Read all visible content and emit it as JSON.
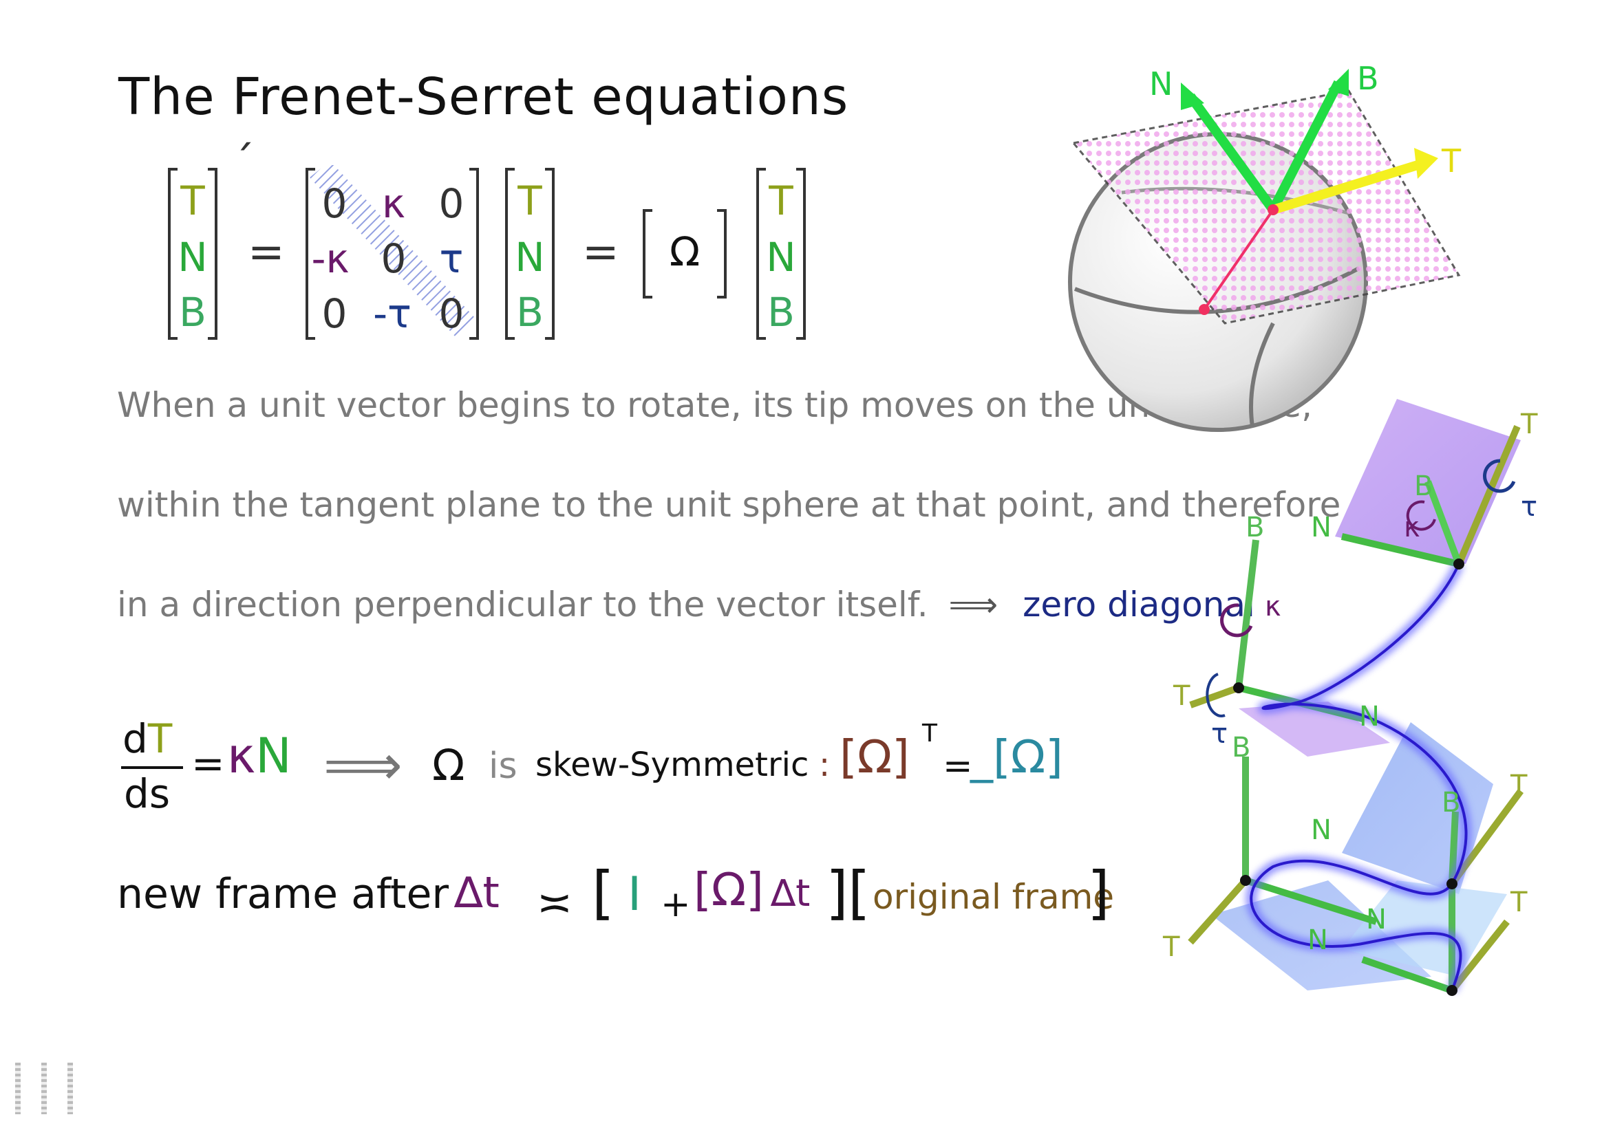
{
  "title": "The Frenet-Serret equations",
  "colors": {
    "T": "#8da01a",
    "N": "#2aa83a",
    "B": "#3aa860",
    "kappa": "#6a1a6a",
    "tau": "#1c3a8a",
    "grey_text": "#7a7a7a",
    "zero_diag": "#1c2a84",
    "omega_left": "#7a3a2a",
    "omega_right": "#2a8aa0",
    "identity": "#28a07a",
    "original_frame": "#7a5a20"
  },
  "equation": {
    "lhs_vector": [
      "T",
      "N",
      "B"
    ],
    "prime": "´",
    "equals": "=",
    "matrix": [
      [
        "0",
        "κ",
        "0"
      ],
      [
        "-κ",
        "0",
        "τ"
      ],
      [
        "0",
        "-τ",
        "0"
      ]
    ],
    "rhs_vector": [
      "T",
      "N",
      "B"
    ],
    "omega": "Ω",
    "rhs_vector2": [
      "T",
      "N",
      "B"
    ]
  },
  "paragraph": [
    "When a unit vector begins to rotate, its tip moves on the unit sphere,",
    "within the tangent plane to the unit sphere at that point, and therefore",
    "in a direction perpendicular to the vector itself."
  ],
  "implies_arrow": "⟹",
  "zero_diagonal_label": "zero diagonal",
  "derivative": {
    "d_top": "d",
    "T": "T",
    "ds": "ds",
    "equals": "=",
    "kappa": "κ",
    "N": "N",
    "arrow": "⟹",
    "omega": "Ω",
    "is": "is",
    "skew": "skew-Symmetric",
    "colon": ":",
    "omega_transpose": "[Ω]",
    "T_sup": "T",
    "eq2": "=",
    "minus_omega": "_[Ω]"
  },
  "new_frame": {
    "prefix": "new frame after",
    "delta_t": "∆t",
    "approx": "≍",
    "open": "[",
    "identity": "I",
    "plus": "+",
    "omega_dt": "[Ω]",
    "dt": "∆t",
    "close": "]",
    "original_open": "[",
    "original": "original frame",
    "original_close": "]"
  },
  "sphere_labels": {
    "N": "N",
    "B": "B",
    "T": "T"
  },
  "curve_labels": {
    "top_T": "T",
    "top_tau": "τ",
    "top_B": "B",
    "top_kappa": "κ",
    "top_N": "N",
    "mid_B": "B",
    "mid_kappa": "κ",
    "mid_T": "T",
    "mid_tau": "τ",
    "mid_N": "N",
    "low_B": "B",
    "low_T": "T",
    "low_B2": "B",
    "low_N": "N",
    "bot_T_left": "T",
    "bot_N": "N",
    "bot_N2": "N",
    "bot_T_right": "T"
  }
}
